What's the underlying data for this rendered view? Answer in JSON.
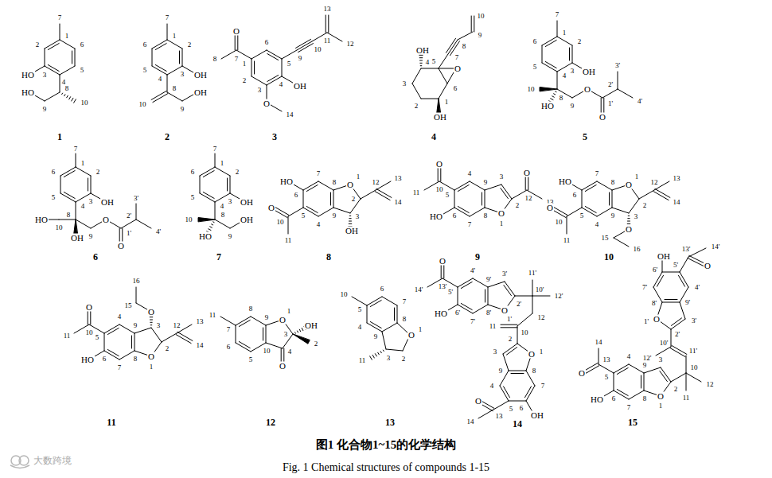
{
  "diagram": {
    "caption": "图1 化合物1~15的化学结构",
    "labels": [
      "7",
      "1",
      "2",
      "3",
      "4",
      "5",
      "6",
      "8",
      "9",
      "10",
      "HO",
      "HO",
      "1",
      "7",
      "1",
      "2",
      "3",
      "4",
      "5",
      "6",
      "8",
      "9",
      "10",
      "OH",
      "OH",
      "2",
      "8",
      "7",
      "O",
      "1",
      "2",
      "3",
      "O",
      "14",
      "4",
      "OH",
      "5",
      "6",
      "9",
      "10",
      "11",
      "13",
      "12",
      "3",
      "10",
      "9",
      "8",
      "7",
      "OH",
      "4",
      "5",
      "O",
      "6",
      "1",
      "OH",
      "2",
      "3",
      "4",
      "7",
      "1",
      "2",
      "3",
      "OH",
      "4",
      "5",
      "6",
      "8",
      "10",
      "HO",
      "9",
      "O",
      "1'",
      "O",
      "2'",
      "3'",
      "4'",
      "5",
      "7",
      "1",
      "2",
      "3",
      "OH",
      "4",
      "5",
      "6",
      "8",
      "10",
      "HO",
      "OH",
      "9",
      "O",
      "1'",
      "O",
      "2'",
      "3'",
      "4'",
      "6",
      "7",
      "1",
      "2",
      "3",
      "OH",
      "4",
      "5",
      "6",
      "8",
      "10",
      "HO",
      "9",
      "OH",
      "7",
      "HO",
      "6",
      "7",
      "8",
      "O",
      "1",
      "2",
      "3",
      "OH",
      "9",
      "4",
      "5",
      "10",
      "O",
      "11",
      "12",
      "13",
      "14",
      "8",
      "O",
      "10",
      "11",
      "5",
      "4",
      "9",
      "3",
      "2",
      "O",
      "12",
      "13",
      "O",
      "1",
      "8",
      "7",
      "6",
      "HO",
      "9",
      "HO",
      "6",
      "7",
      "8",
      "O",
      "1",
      "2",
      "12",
      "13",
      "14",
      "3",
      "O",
      "15",
      "16",
      "9",
      "4",
      "5",
      "10",
      "O",
      "11",
      "10",
      "16",
      "15",
      "O",
      "3",
      "2",
      "12",
      "13",
      "14",
      "O",
      "1",
      "8",
      "7",
      "6",
      "HO",
      "5",
      "4",
      "9",
      "O",
      "10",
      "11",
      "11",
      "11",
      "7",
      "8",
      "9",
      "O",
      "1",
      "3",
      "OH",
      "2",
      "4",
      "O",
      "10",
      "5",
      "6",
      "12",
      "10",
      "5",
      "6",
      "7",
      "8",
      "O",
      "1",
      "4",
      "9",
      "3",
      "11",
      "2",
      "13",
      "O",
      "13'",
      "14'",
      "5'",
      "4'",
      "9'",
      "3'",
      "2'",
      "10'",
      "11'",
      "12'",
      "12",
      "10",
      "11",
      "O",
      "1'",
      "8'",
      "7'",
      "6'",
      "HO",
      "2",
      "3",
      "O",
      "1",
      "9",
      "8",
      "7",
      "6",
      "OH",
      "5",
      "4",
      "13",
      "O",
      "14",
      "14",
      "OH",
      "6'",
      "13'",
      "14'",
      "O",
      "5'",
      "4'",
      "7'",
      "9'",
      "8'",
      "O",
      "1'",
      "3'",
      "2'",
      "10'",
      "12'",
      "11'",
      "10",
      "12",
      "11",
      "2",
      "3",
      "O",
      "1",
      "9",
      "8",
      "7",
      "6",
      "HO",
      "5",
      "4",
      "13",
      "14",
      "O",
      "15",
      "Fig. 1 Chemical structures of compounds 1-15",
      "大数跨境"
    ]
  }
}
